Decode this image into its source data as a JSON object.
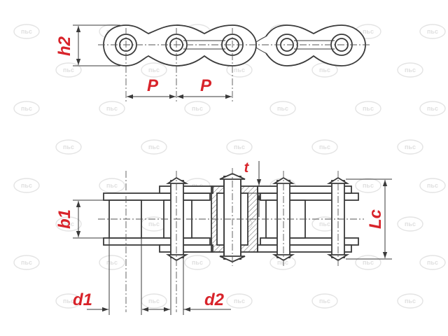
{
  "labels": {
    "h2": "h2",
    "P1": "P",
    "P2": "P",
    "t": "t",
    "b1": "b1",
    "Lc": "Lc",
    "d1": "d1",
    "d2": "d2"
  },
  "watermark": {
    "text": "пьс",
    "color": "#e3e3e3"
  },
  "colors": {
    "dimension_text": "#d8232a",
    "outline": "#3a3a3a",
    "background": "#ffffff"
  }
}
